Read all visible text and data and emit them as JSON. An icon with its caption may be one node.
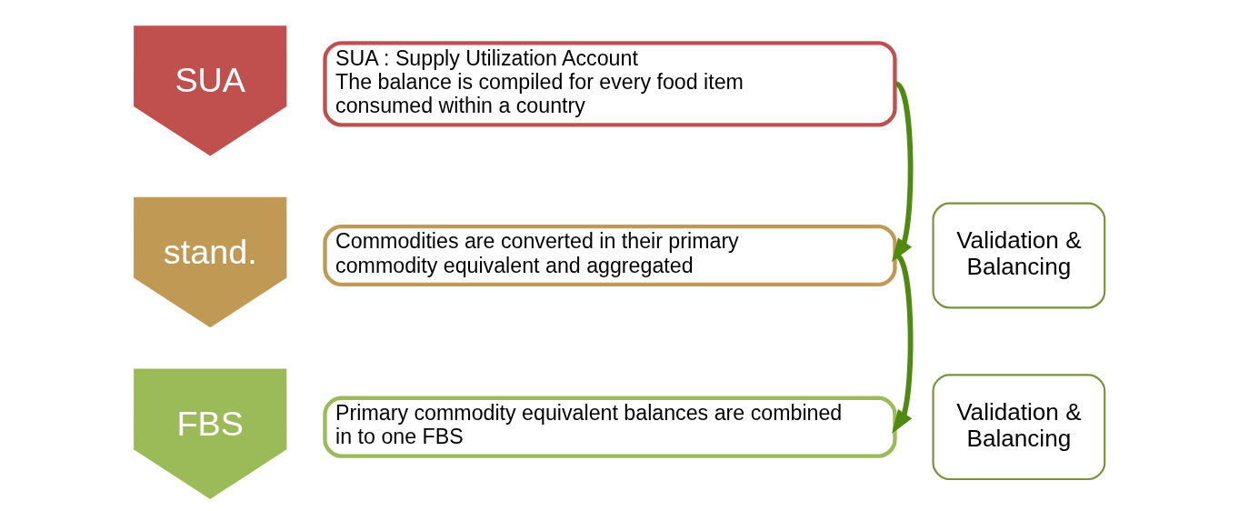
{
  "diagram": {
    "nodes": [
      {
        "text": [
          "SUA"
        ]
      },
      {
        "text": [
          "SUA : Supply Utilization Account",
          "The balance is compiled for every food item consumed within a country"
        ]
      },
      {
        "text": [
          "stand."
        ]
      },
      {
        "text": [
          "Commodities are converted in their primary commodity equivalent and aggregated"
        ]
      },
      {
        "text": [
          "FBS"
        ]
      },
      {
        "text": [
          "Primary commodity equivalent balances are combined in to one FBS"
        ]
      },
      {
        "text": [
          "Validation & Balancing"
        ]
      },
      {
        "text": [
          "Validation & Balancing"
        ]
      }
    ],
    "edges": [
      {
        "from": 1,
        "to": 3,
        "arrow": "to"
      },
      {
        "from": 3,
        "to": 5,
        "arrow": "to"
      }
    ]
  }
}
